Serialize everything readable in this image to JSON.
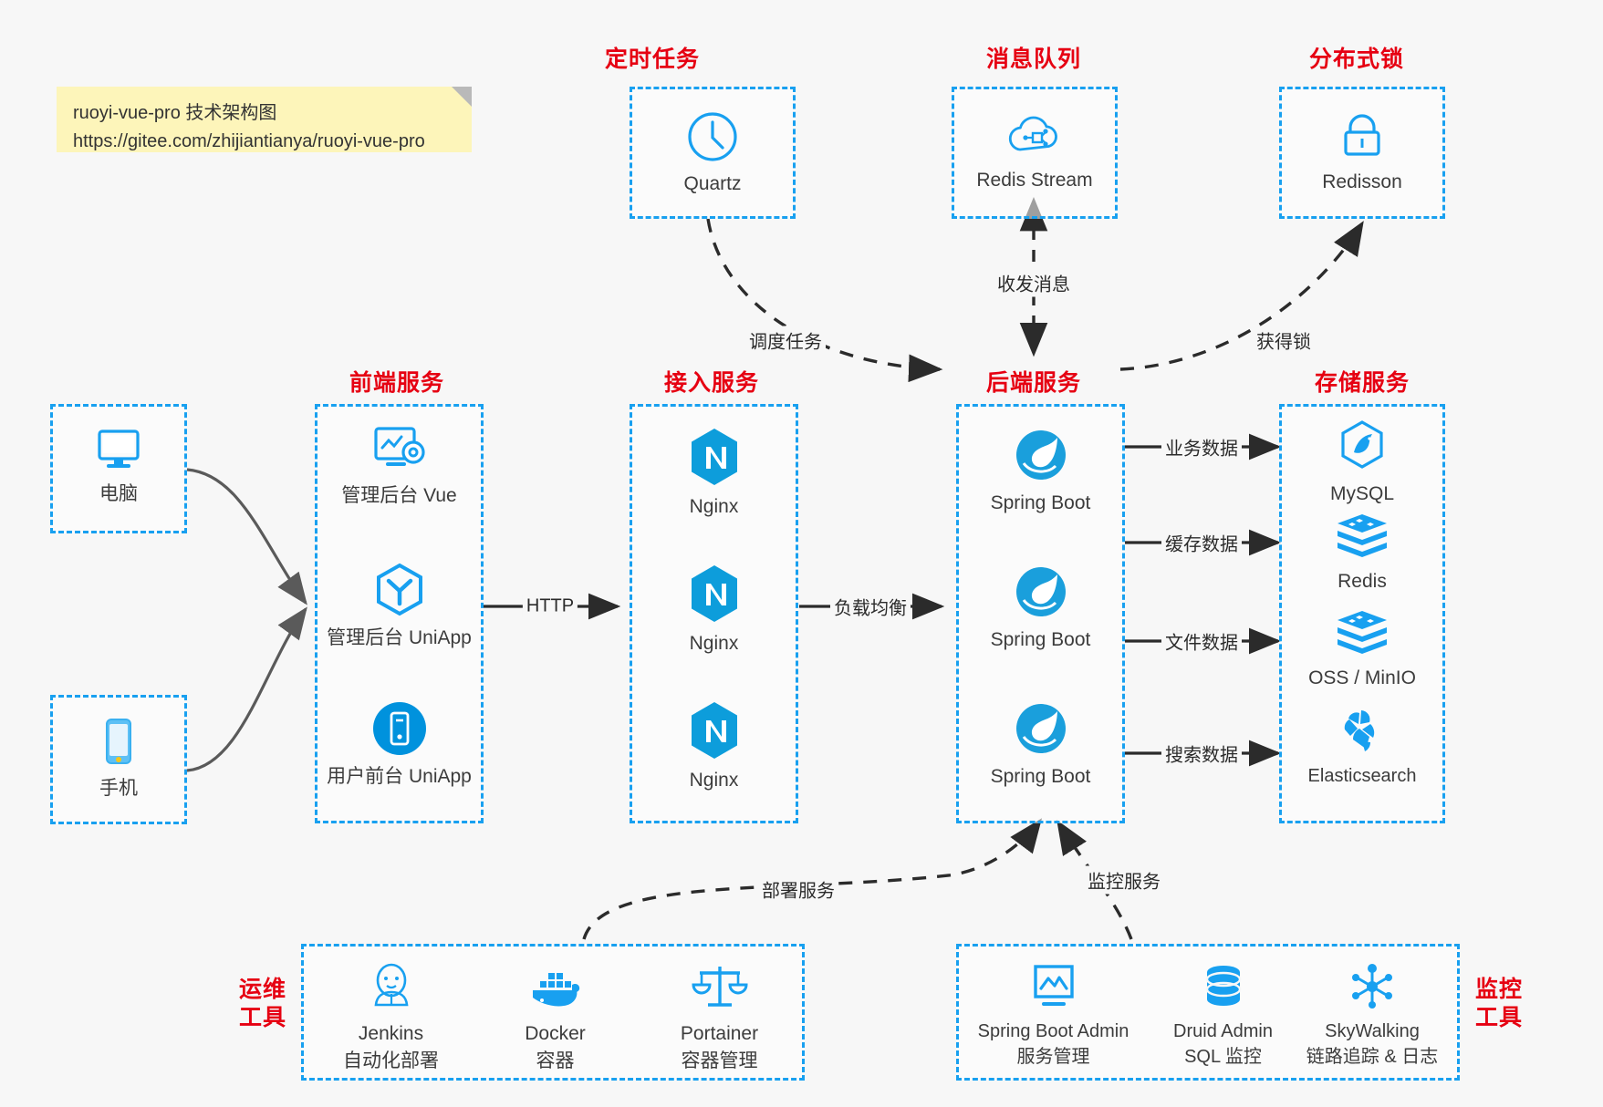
{
  "note": {
    "line1": "ruoyi-vue-pro 技术架构图",
    "line2": "https://gitee.com/zhijiantianya/ruoyi-vue-pro"
  },
  "colors": {
    "accent_blue": "#18a0f0",
    "title_red": "#e60012",
    "background": "#f7f7f7",
    "note_yellow": "#fdf5ba",
    "edge_dark": "#2b2b2b",
    "edge_gray": "#5a5a5a"
  },
  "groups": {
    "scheduled_task": {
      "title": "定时任务",
      "nodes": [
        {
          "label": "Quartz",
          "icon": "clock-icon"
        }
      ]
    },
    "message_queue": {
      "title": "消息队列",
      "nodes": [
        {
          "label": "Redis Stream",
          "icon": "cloud-stream-icon"
        }
      ]
    },
    "distributed_lock": {
      "title": "分布式锁",
      "nodes": [
        {
          "label": "Redisson",
          "icon": "lock-icon"
        }
      ]
    },
    "clients": {
      "nodes": [
        {
          "label": "电脑",
          "icon": "desktop-icon"
        },
        {
          "label": "手机",
          "icon": "phone-icon"
        }
      ]
    },
    "frontend": {
      "title": "前端服务",
      "nodes": [
        {
          "label": "管理后台 Vue",
          "icon": "dashboard-gear-icon"
        },
        {
          "label": "管理后台 UniApp",
          "icon": "hexagon-cube-icon"
        },
        {
          "label": "用户前台 UniApp",
          "icon": "mobile-circle-icon"
        }
      ]
    },
    "gateway": {
      "title": "接入服务",
      "nodes": [
        {
          "label": "Nginx",
          "icon": "nginx-icon"
        },
        {
          "label": "Nginx",
          "icon": "nginx-icon"
        },
        {
          "label": "Nginx",
          "icon": "nginx-icon"
        }
      ]
    },
    "backend": {
      "title": "后端服务",
      "nodes": [
        {
          "label": "Spring Boot",
          "icon": "spring-icon"
        },
        {
          "label": "Spring Boot",
          "icon": "spring-icon"
        },
        {
          "label": "Spring Boot",
          "icon": "spring-icon"
        }
      ]
    },
    "storage": {
      "title": "存储服务",
      "nodes": [
        {
          "label": "MySQL",
          "icon": "mysql-icon"
        },
        {
          "label": "Redis",
          "icon": "redis-icon"
        },
        {
          "label": "OSS / MinIO",
          "icon": "redis-icon"
        },
        {
          "label": "Elasticsearch",
          "icon": "elasticsearch-icon"
        }
      ]
    },
    "devops": {
      "title": "运维\n工具",
      "title_line1": "运维",
      "title_line2": "工具",
      "nodes": [
        {
          "label": "Jenkins",
          "sublabel": "自动化部署",
          "icon": "jenkins-icon"
        },
        {
          "label": "Docker",
          "sublabel": "容器",
          "icon": "docker-icon"
        },
        {
          "label": "Portainer",
          "sublabel": "容器管理",
          "icon": "scales-icon"
        }
      ]
    },
    "monitoring": {
      "title_line1": "监控",
      "title_line2": "工具",
      "nodes": [
        {
          "label": "Spring Boot Admin",
          "sublabel": "服务管理",
          "icon": "monitor-chart-icon"
        },
        {
          "label": "Druid Admin",
          "sublabel": "SQL 监控",
          "icon": "database-icon"
        },
        {
          "label": "SkyWalking",
          "sublabel": "链路追踪 & 日志",
          "icon": "skywalking-icon"
        }
      ]
    }
  },
  "edges": [
    {
      "id": "http",
      "label": "HTTP"
    },
    {
      "id": "load-balance",
      "label": "负载均衡"
    },
    {
      "id": "schedule-task",
      "label": "调度任务"
    },
    {
      "id": "send-receive-message",
      "label": "收发消息"
    },
    {
      "id": "acquire-lock",
      "label": "获得锁"
    },
    {
      "id": "business-data",
      "label": "业务数据"
    },
    {
      "id": "cache-data",
      "label": "缓存数据"
    },
    {
      "id": "file-data",
      "label": "文件数据"
    },
    {
      "id": "search-data",
      "label": "搜索数据"
    },
    {
      "id": "deploy-service",
      "label": "部署服务"
    },
    {
      "id": "monitor-service",
      "label": "监控服务"
    }
  ]
}
